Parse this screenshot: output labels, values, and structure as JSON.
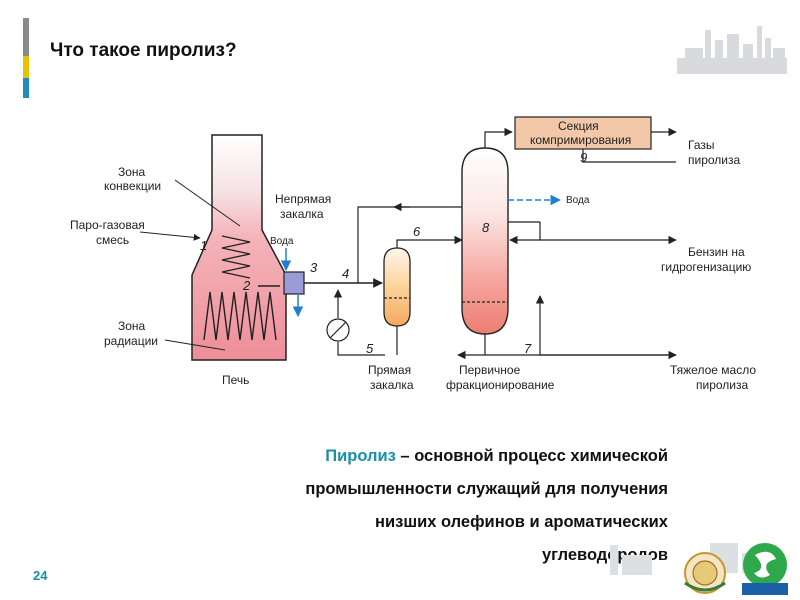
{
  "slide": {
    "title": "Что такое пиролиз?",
    "page_number": "24"
  },
  "diagram": {
    "labels": {
      "convection_zone": [
        "Зона",
        "конвекции"
      ],
      "steam_gas_mix": [
        "Паро-газовая",
        "смесь"
      ],
      "radiation_zone": [
        "Зона",
        "радиации"
      ],
      "furnace": "Печь",
      "indirect_quench": [
        "Непрямая",
        "закалка"
      ],
      "water_left": "Вода",
      "water_right": "Вода",
      "direct_quench": [
        "Прямая",
        "закалка"
      ],
      "primary_fractionation": [
        "Первичное",
        "фракционирование"
      ],
      "compression_section": [
        "Секция",
        "компримирования"
      ],
      "pyrolysis_gases": [
        "Газы",
        "пиролиза"
      ],
      "gasoline": [
        "Бензин на",
        "гидрогенизацию"
      ],
      "heavy_oil": [
        "Тяжелое масло",
        "пиролиза"
      ]
    },
    "numbers": [
      "1",
      "2",
      "3",
      "4",
      "5",
      "6",
      "7",
      "8",
      "9"
    ]
  },
  "description": {
    "highlight": "Пиролиз",
    "line1_rest": " – основной процесс химической",
    "line2": "промышленности служащий для получения",
    "line3": "низших олефинов и ароматических",
    "line4": "углеводородов"
  },
  "colors": {
    "accent_blue": "#1a8fa8",
    "furnace_pink": "#f4a0a8",
    "quench_orange": "#f8b870",
    "compressor_box": "#f3c8a8",
    "exchanger_purple": "#9b9bd8",
    "water_line": "#1e7fd0"
  }
}
